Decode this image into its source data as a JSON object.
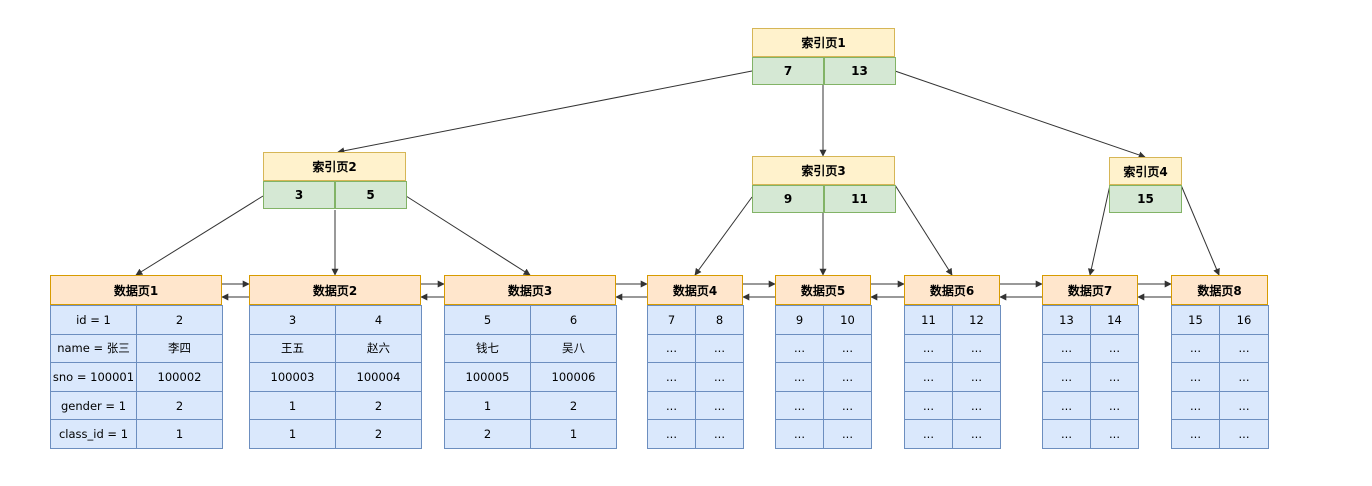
{
  "index_pages": [
    {
      "id": "idx1",
      "title": "索引页1",
      "keys": [
        "7",
        "13"
      ]
    },
    {
      "id": "idx2",
      "title": "索引页2",
      "keys": [
        "3",
        "5"
      ]
    },
    {
      "id": "idx3",
      "title": "索引页3",
      "keys": [
        "9",
        "11"
      ]
    },
    {
      "id": "idx4",
      "title": "索引页4",
      "keys": [
        "15"
      ]
    }
  ],
  "data_pages": [
    {
      "title": "数据页1",
      "rows": [
        [
          "id = 1",
          "2"
        ],
        [
          "name = 张三",
          "李四"
        ],
        [
          "sno = 100001",
          "100002"
        ],
        [
          "gender = 1",
          "2"
        ],
        [
          "class_id = 1",
          "1"
        ]
      ]
    },
    {
      "title": "数据页2",
      "rows": [
        [
          "3",
          "4"
        ],
        [
          "王五",
          "赵六"
        ],
        [
          "100003",
          "100004"
        ],
        [
          "1",
          "2"
        ],
        [
          "1",
          "2"
        ]
      ]
    },
    {
      "title": "数据页3",
      "rows": [
        [
          "5",
          "6"
        ],
        [
          "钱七",
          "吴八"
        ],
        [
          "100005",
          "100006"
        ],
        [
          "1",
          "2"
        ],
        [
          "2",
          "1"
        ]
      ]
    },
    {
      "title": "数据页4",
      "rows": [
        [
          "7",
          "8"
        ],
        [
          "...",
          "..."
        ],
        [
          "...",
          "..."
        ],
        [
          "...",
          "..."
        ],
        [
          "...",
          "..."
        ]
      ]
    },
    {
      "title": "数据页5",
      "rows": [
        [
          "9",
          "10"
        ],
        [
          "...",
          "..."
        ],
        [
          "...",
          "..."
        ],
        [
          "...",
          "..."
        ],
        [
          "...",
          "..."
        ]
      ]
    },
    {
      "title": "数据页6",
      "rows": [
        [
          "11",
          "12"
        ],
        [
          "...",
          "..."
        ],
        [
          "...",
          "..."
        ],
        [
          "...",
          "..."
        ],
        [
          "...",
          "..."
        ]
      ]
    },
    {
      "title": "数据页7",
      "rows": [
        [
          "13",
          "14"
        ],
        [
          "...",
          "..."
        ],
        [
          "...",
          "..."
        ],
        [
          "...",
          "..."
        ],
        [
          "...",
          "..."
        ]
      ]
    },
    {
      "title": "数据页8",
      "rows": [
        [
          "15",
          "16"
        ],
        [
          "...",
          "..."
        ],
        [
          "...",
          "..."
        ],
        [
          "...",
          "..."
        ],
        [
          "...",
          "..."
        ]
      ]
    }
  ],
  "colors": {
    "index_header_fill": "#fff2cc",
    "index_key_fill": "#d5e8d4",
    "data_header_fill": "#ffe6cc",
    "data_cell_fill": "#dae8fc",
    "edge": "#333333"
  }
}
